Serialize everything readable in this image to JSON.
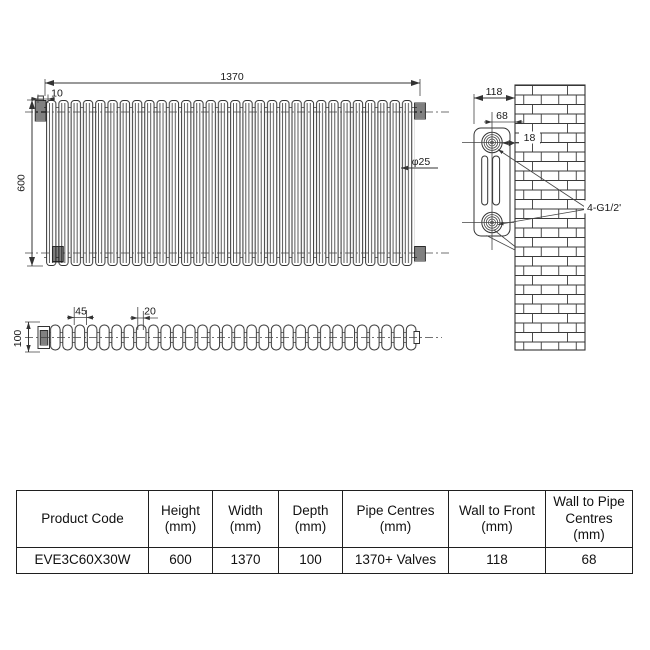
{
  "colors": {
    "line": "#333333",
    "text": "#1a1a1a",
    "background": "#ffffff"
  },
  "drawing": {
    "front_view": {
      "sections": 30,
      "dim_width": "1370",
      "dim_bracket": "10",
      "dim_height": "600",
      "dim_tube_diameter": "φ25"
    },
    "side_view": {
      "dim_wall_to_front": "118",
      "dim_wall_to_pipe_centres": "68",
      "dim_pipe_offset": "18",
      "thread_label": "4-G1/2'"
    },
    "top_view": {
      "sections": 30,
      "dim_section_pitch": "45",
      "dim_neck": "20",
      "dim_depth": "100"
    }
  },
  "table": {
    "headers": [
      "Product Code",
      "Height\n(mm)",
      "Width\n(mm)",
      "Depth\n(mm)",
      "Pipe Centres\n(mm)",
      "Wall to Front\n(mm)",
      "Wall to Pipe\nCentres\n(mm)"
    ],
    "rows": [
      [
        "EVE3C60X30W",
        "600",
        "1370",
        "100",
        "1370+ Valves",
        "118",
        "68"
      ]
    ]
  }
}
